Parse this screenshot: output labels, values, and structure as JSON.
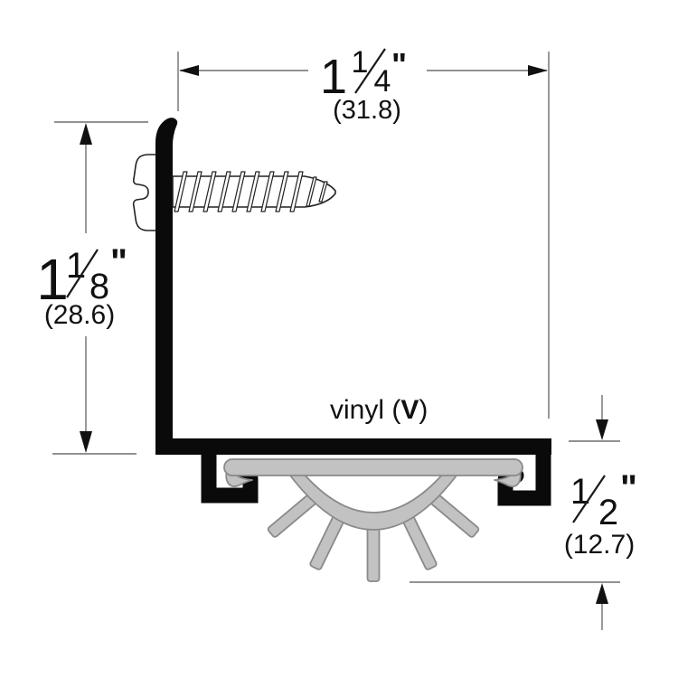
{
  "annotations": {
    "width_dim": {
      "whole": "1",
      "numerator": "1",
      "denominator": "4",
      "unit": "\"",
      "metric": "(31.8)"
    },
    "height_dim": {
      "whole": "1",
      "numerator": "1",
      "denominator": "8",
      "unit": "\"",
      "metric": "(28.6)"
    },
    "insert_dim": {
      "numerator": "1",
      "denominator": "2",
      "unit": "\"",
      "metric": "(12.7)"
    },
    "material_label": {
      "prefix": "vinyl (",
      "code": "V",
      "suffix": ")"
    }
  },
  "colors": {
    "profile": "#0a0a0a",
    "vinyl_fill": "#c2c2c2",
    "vinyl_outline": "#8a8a8a",
    "dimension_lines": "#6e6e6e",
    "text": "#111111",
    "background": "#ffffff"
  }
}
